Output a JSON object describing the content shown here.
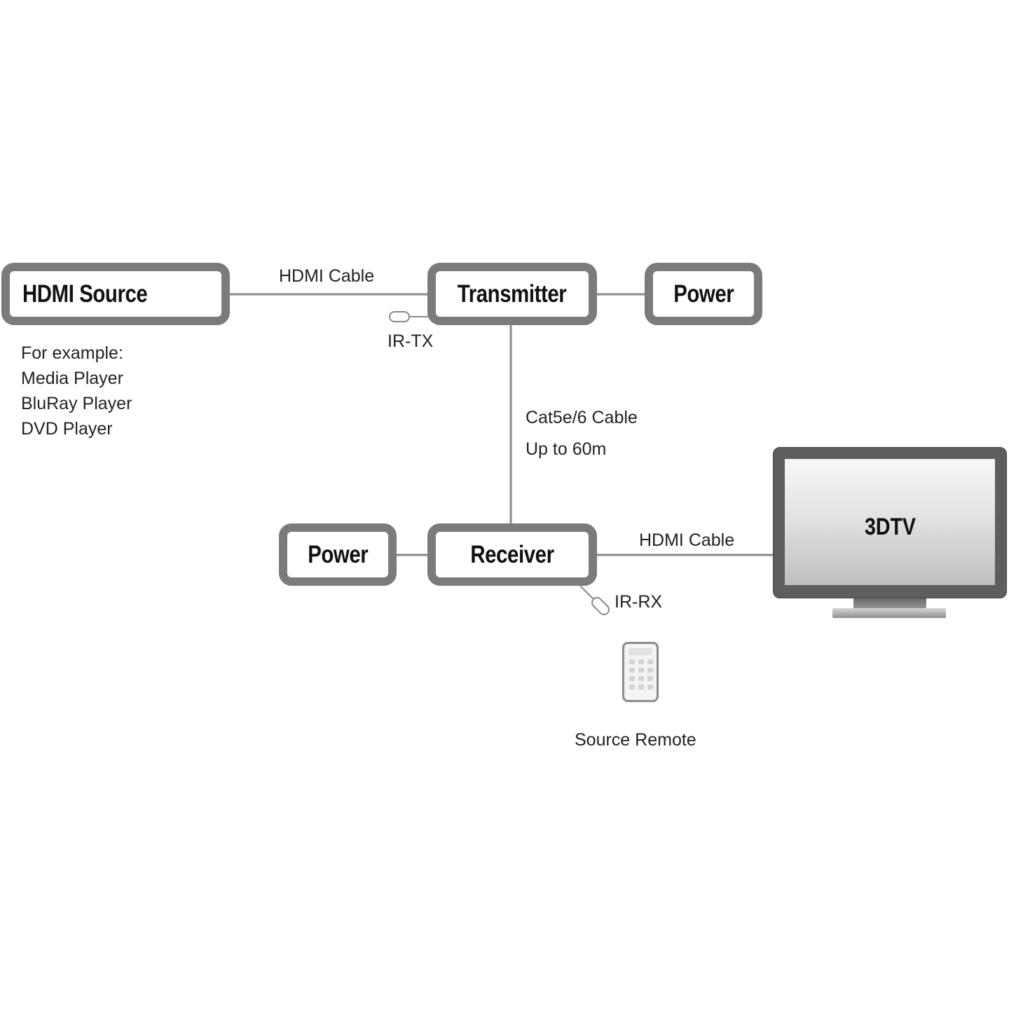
{
  "diagram": {
    "nodes": {
      "hdmi_source": "HDMI Source",
      "transmitter": "Transmitter",
      "power_tx": "Power",
      "receiver": "Receiver",
      "power_rx": "Power",
      "tv": "3DTV"
    },
    "source_examples": [
      "For example:",
      "Media Player",
      "BluRay Player",
      "DVD Player"
    ],
    "edges": {
      "source_to_transmitter": "HDMI Cable",
      "cat_cable_line1": "Cat5e/6 Cable",
      "cat_cable_line2": "Up to 60m",
      "receiver_to_tv": "HDMI Cable"
    },
    "ir": {
      "tx": "IR-TX",
      "rx": "IR-RX"
    },
    "remote_label": "Source Remote",
    "colors": {
      "box_border": "#7b7b7d",
      "wire": "#8a8a8c",
      "tv_bezel": "#5e5e60"
    }
  }
}
